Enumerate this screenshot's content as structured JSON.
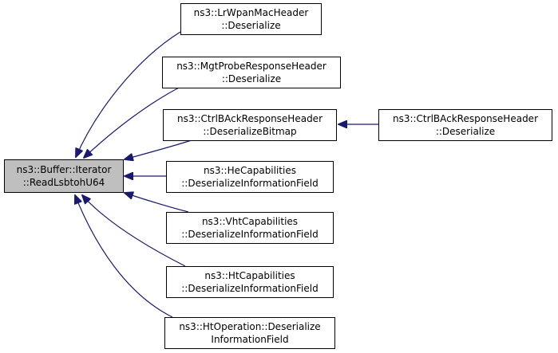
{
  "colors": {
    "edge": "#191970",
    "root_fill": "#bfbfbf",
    "node_fill": "#ffffff",
    "border": "#000000"
  },
  "nodes": {
    "root": {
      "line1": "ns3::Buffer::Iterator",
      "line2": "::ReadLsbtohU64"
    },
    "lrwpan": {
      "line1": "ns3::LrWpanMacHeader",
      "line2": "::Deserialize"
    },
    "mgtprobe": {
      "line1": "ns3::MgtProbeResponseHeader",
      "line2": "::Deserialize"
    },
    "ctrlbitmap": {
      "line1": "ns3::CtrlBAckResponseHeader",
      "line2": "::DeserializeBitmap"
    },
    "ctrldeser": {
      "line1": "ns3::CtrlBAckResponseHeader",
      "line2": "::Deserialize"
    },
    "hecap": {
      "line1": "ns3::HeCapabilities",
      "line2": "::DeserializeInformationField"
    },
    "vhtcap": {
      "line1": "ns3::VhtCapabilities",
      "line2": "::DeserializeInformationField"
    },
    "htcap": {
      "line1": "ns3::HtCapabilities",
      "line2": "::DeserializeInformationField"
    },
    "htop": {
      "line1": "ns3::HtOperation::Deserialize",
      "line2": "InformationField"
    }
  }
}
